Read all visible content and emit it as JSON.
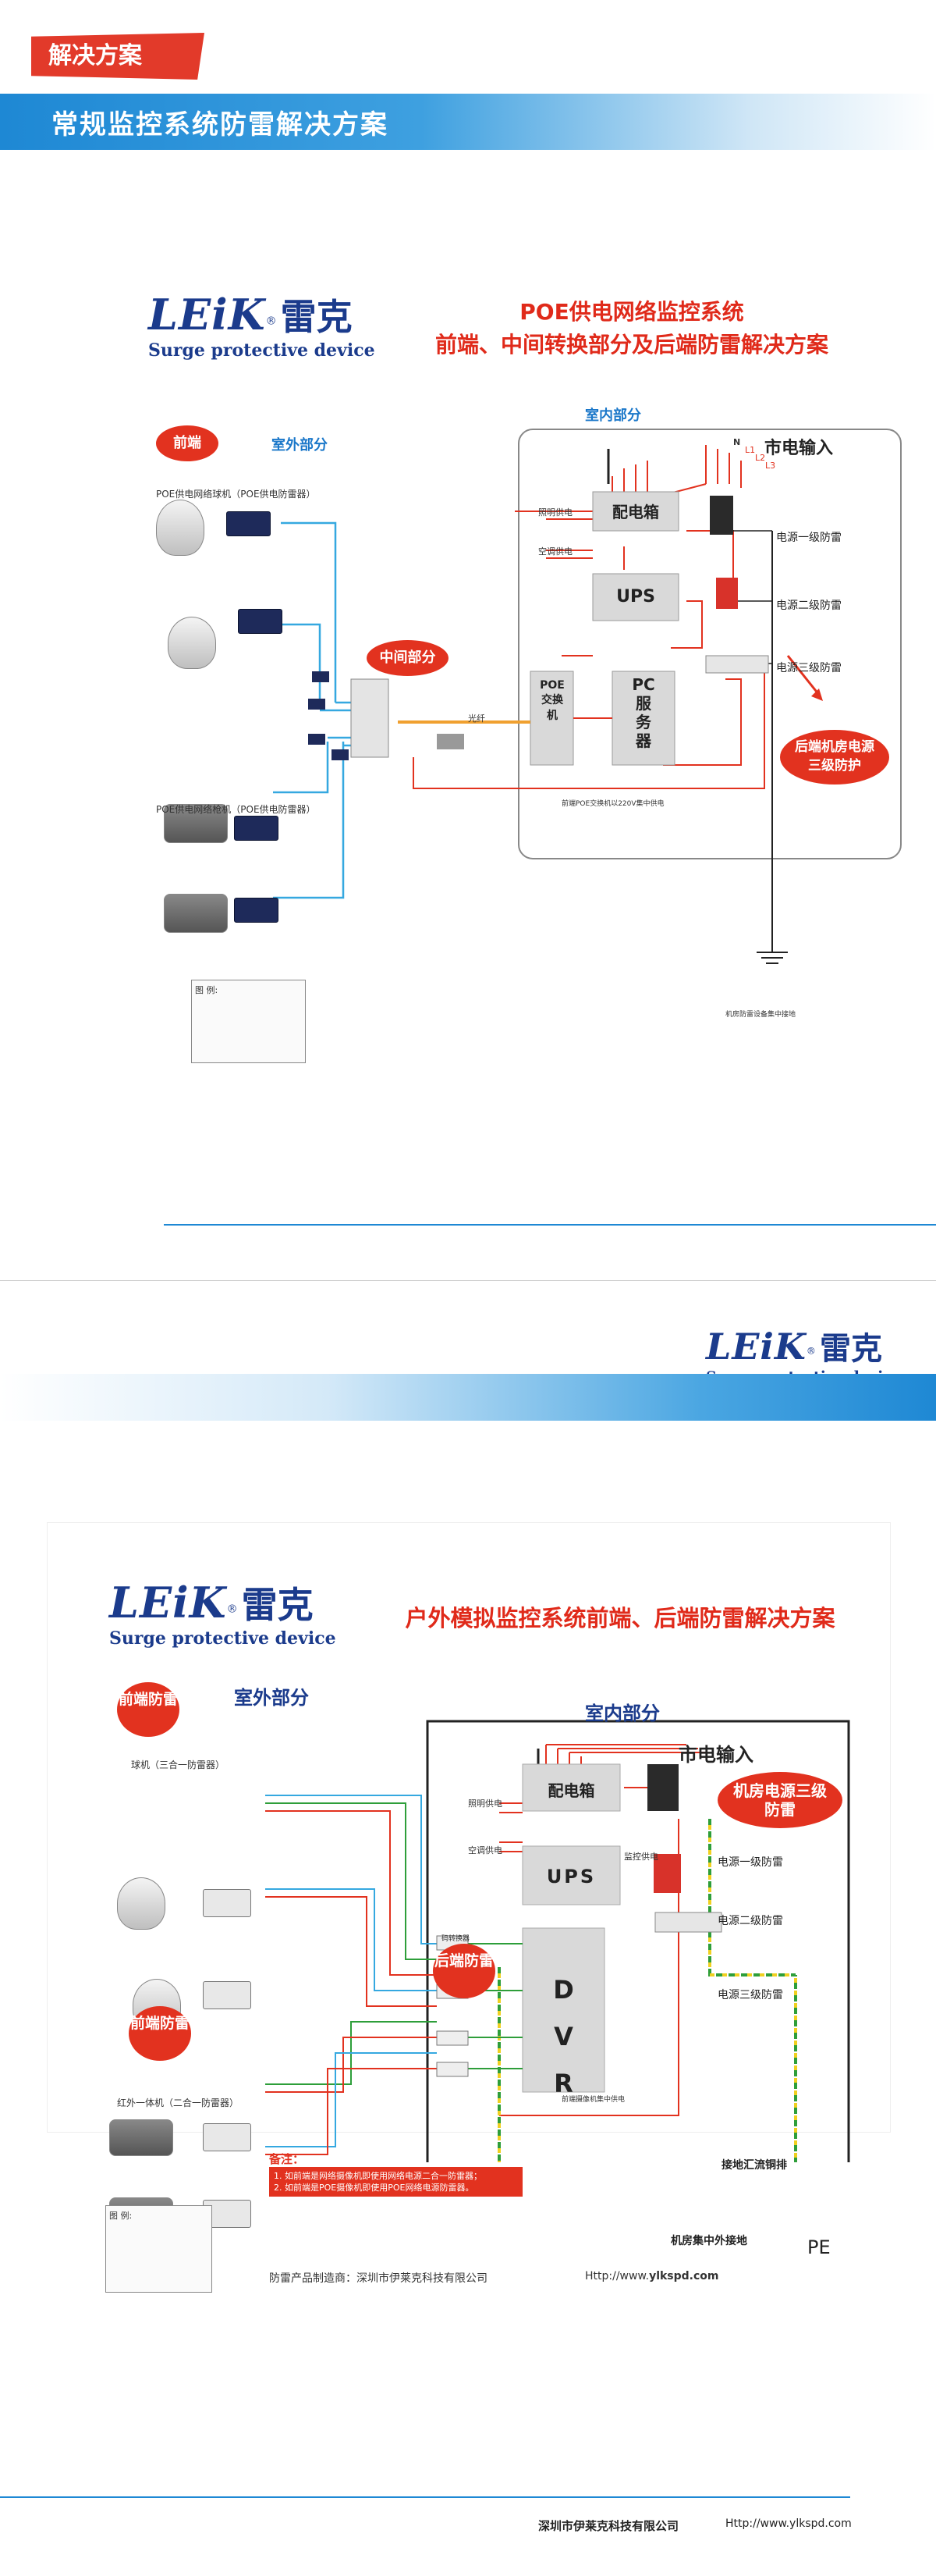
{
  "page1": {
    "tag": "解决方案",
    "band_title": "常规监控系统防雷解决方案",
    "logo": {
      "brand": "LEiK",
      "reg": "®",
      "cn": "雷克",
      "sub": "Surge protective device"
    },
    "title_line1": "POE供电网络监控系统",
    "title_line2": "前端、中间转换部分及后端防雷解决方案",
    "bubble_front": "前端",
    "outdoor": "室外部分",
    "indoor": "室内部分",
    "poe_dome_label": "POE供电网络球机（POE供电防雷器）",
    "poe_bullet_label": "POE供电网络枪机（POE供电防雷器）",
    "middle_bubble": "中间部分",
    "mains_input": "市电输入",
    "distribution_box": "配电箱",
    "ups": "UPS",
    "poe_switch": "POE交换机",
    "pc_server": "PC服务器",
    "level1": "电源一级防雷",
    "level2": "电源二级防雷",
    "level3": "电源三级防雷",
    "backend_bubble": "后端机房电源三级防护",
    "ground_note": "机房防雷设备集中接地",
    "legend_title": "图 例:",
    "n_label": "N",
    "l_labels": [
      "L1",
      "L2",
      "L3"
    ],
    "lighting": "照明供电",
    "aircon": "空调供电",
    "fiber": "光纤",
    "poe_note": "前端POE交换机以220V集中供电"
  },
  "page2": {
    "logo": {
      "brand": "LEiK",
      "reg": "®",
      "cn": "雷克",
      "sub": "Surge protective device"
    },
    "title": "户外模拟监控系统前端、后端防雷解决方案",
    "outdoor": "室外部分",
    "indoor": "室内部分",
    "front_bubble_1": "前端防雷",
    "front_bubble_2": "前端防雷",
    "backend_bubble": "后端防雷",
    "room_power_bubble": "机房电源三级防雷",
    "dome_label": "球机（三合一防雷器）",
    "bullet_label": "红外一体机（二合一防雷器）",
    "mains_input": "市电输入",
    "distribution_box": "配电箱",
    "ups": "UPS",
    "dvr": [
      "D",
      "V",
      "R"
    ],
    "level1": "电源一级防雷",
    "level2": "电源二级防雷",
    "level3": "电源三级防雷",
    "copper_bar": "接地汇流铜排",
    "room_ground": "机房集中外接地",
    "pe": "PE",
    "notes_title": "备注：",
    "notes": [
      "1. 如前端是网络摄像机即使用网络电源二合一防雷器；",
      "2. 如前端是POE摄像机即使用POE网络电源防雷器。"
    ],
    "manufacturer": "防雷产品制造商：深圳市伊莱克科技有限公司",
    "website_prefix": "Http://www.",
    "website_bold": "ylkspd.com",
    "footer_company": "深圳市伊莱克科技有限公司",
    "footer_url": "Http://www.ylkspd.com",
    "legend_title": "图 例:",
    "lighting": "照明供电",
    "aircon": "空调供电",
    "monitor_supply": "监控供电",
    "converter": "码转换器",
    "front_supply": "前端摄像机集中供电"
  },
  "colors": {
    "red": "#e2321f",
    "blue": "#1e88d4",
    "navy": "#1b3b8c",
    "cyan": "#35a8e0",
    "green": "#2e9e3a",
    "orange": "#f0a030"
  }
}
